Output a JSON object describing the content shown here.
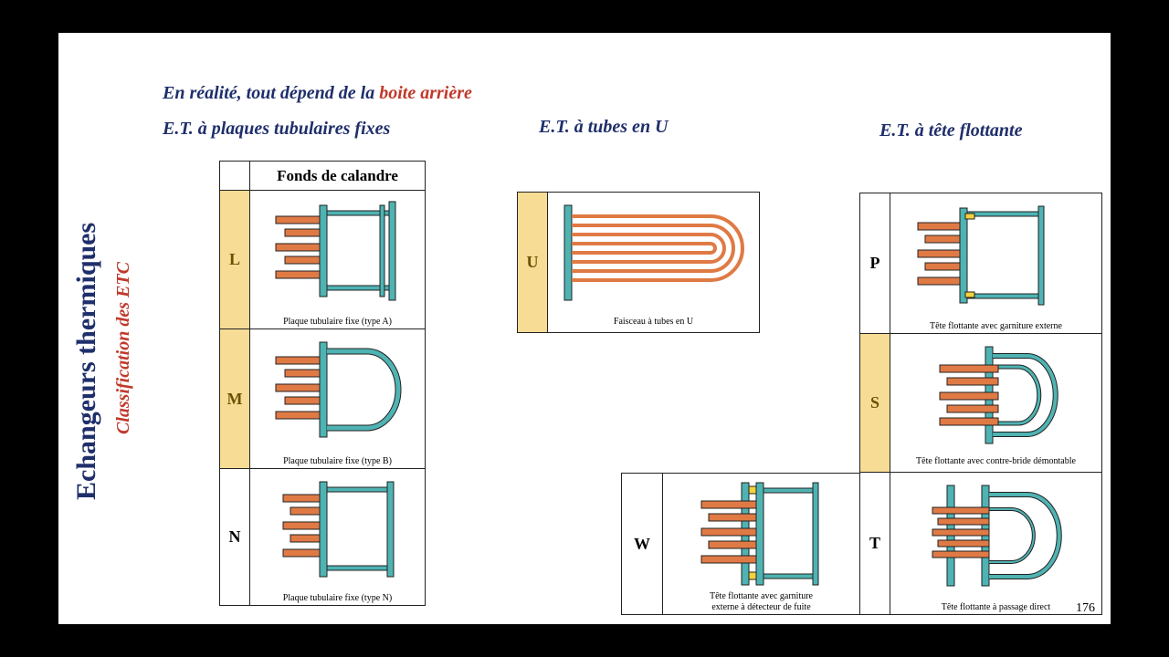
{
  "slide": {
    "subtitle_prefix": "En réalité, tout dépend de la ",
    "subtitle_highlight": "boite arrière",
    "col1_header": "E.T. à plaques tubulaires fixes",
    "col2_header": "E.T. à tubes en  U",
    "col3_header": "E.T. à tête flottante",
    "vertical_title": "Echangeurs thermiques",
    "vertical_subtitle": "Classification des ETC",
    "page_number": "176"
  },
  "fixed_table": {
    "header": "Fonds de calandre",
    "rows": [
      {
        "code": "L",
        "caption": "Plaque tubulaire fixe (type A)"
      },
      {
        "code": "M",
        "caption": "Plaque tubulaire fixe (type B)"
      },
      {
        "code": "N",
        "caption": "Plaque tubulaire fixe (type N)"
      }
    ]
  },
  "u_table": {
    "rows": [
      {
        "code": "U",
        "caption": "Faisceau à tubes en  U"
      }
    ]
  },
  "floating_table": {
    "rows": [
      {
        "code": "P",
        "caption": "Tête flottante avec garniture externe"
      },
      {
        "code": "S",
        "caption": "Tête flottante avec contre-bride démontable"
      },
      {
        "code": "T",
        "caption": "Tête flottante à passage direct"
      }
    ]
  },
  "w_table": {
    "rows": [
      {
        "code": "W",
        "caption_line1": "Tête flottante avec garniture",
        "caption_line2": "externe à détecteur de fuite"
      }
    ]
  },
  "colors": {
    "navy": "#1f2f6b",
    "red": "#c0392b",
    "highlight_cell": "#f6dc95",
    "tube": "#e07a45",
    "metal": "#4fb3b3"
  }
}
